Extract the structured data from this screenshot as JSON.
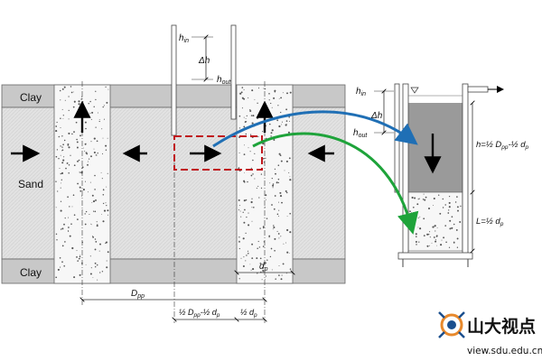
{
  "layers": {
    "clay_top": "Clay",
    "sand": "Sand",
    "clay_bottom": "Clay"
  },
  "heads": {
    "h_in": {
      "base": "h",
      "sub": "in"
    },
    "h_out": {
      "base": "h",
      "sub": "out"
    },
    "delta_h": "Δh"
  },
  "dimensions": {
    "d_pp": {
      "base": "D",
      "sub": "pp"
    },
    "d_p": {
      "base": "d",
      "sub": "p"
    },
    "half_dpp_minus_half_dp": {
      "pre": "½ D",
      "sub1": "pp",
      "mid": "-½ d",
      "sub2": "p"
    },
    "half_dp": {
      "pre": "½ d",
      "sub": "p"
    }
  },
  "column": {
    "h_in": {
      "base": "h",
      "sub": "in"
    },
    "h_out": {
      "base": "h",
      "sub": "out"
    },
    "delta_h": "Δh",
    "height_formula": {
      "pre": "h=½ D",
      "sub1": "pp",
      "mid": "-½ d",
      "sub2": "p"
    },
    "length_formula": {
      "pre": "L=½ d",
      "sub": "p"
    }
  },
  "watermark": {
    "brand": "山大视点",
    "url": "view.sdu.edu.cn"
  },
  "colors": {
    "clay": "#c8c8c8",
    "sand": "#e2e2e2",
    "drain": "#f7f7f7",
    "highlight_box": "#c0171d",
    "arrow_blue": "#1f6fb5",
    "arrow_green": "#1ea33a",
    "water": "#9a9a9a",
    "logo_orange": "#e8892c",
    "logo_blue": "#1b4f8e"
  }
}
